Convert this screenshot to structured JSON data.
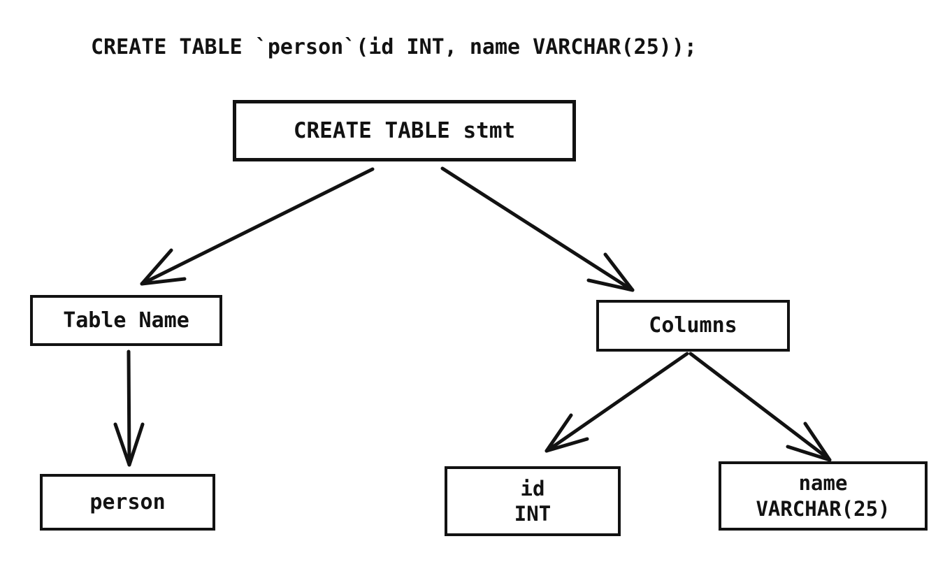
{
  "page": {
    "background_color": "#ffffff",
    "ink_color": "#121212"
  },
  "sql_statement": "CREATE TABLE `person`(id INT, name VARCHAR(25));",
  "tree": {
    "nodes": {
      "create_table_stmt": {
        "label": "CREATE TABLE stmt"
      },
      "table_name": {
        "label": "Table Name"
      },
      "columns": {
        "label": "Columns"
      },
      "person": {
        "label": "person"
      },
      "id_int": {
        "line1": "id",
        "line2": "INT"
      },
      "name_varchar": {
        "line1": "name",
        "line2": "VARCHAR(25)"
      }
    },
    "edges": [
      {
        "from": "create_table_stmt",
        "to": "table_name"
      },
      {
        "from": "create_table_stmt",
        "to": "columns"
      },
      {
        "from": "table_name",
        "to": "person"
      },
      {
        "from": "columns",
        "to": "id_int"
      },
      {
        "from": "columns",
        "to": "name_varchar"
      }
    ]
  }
}
